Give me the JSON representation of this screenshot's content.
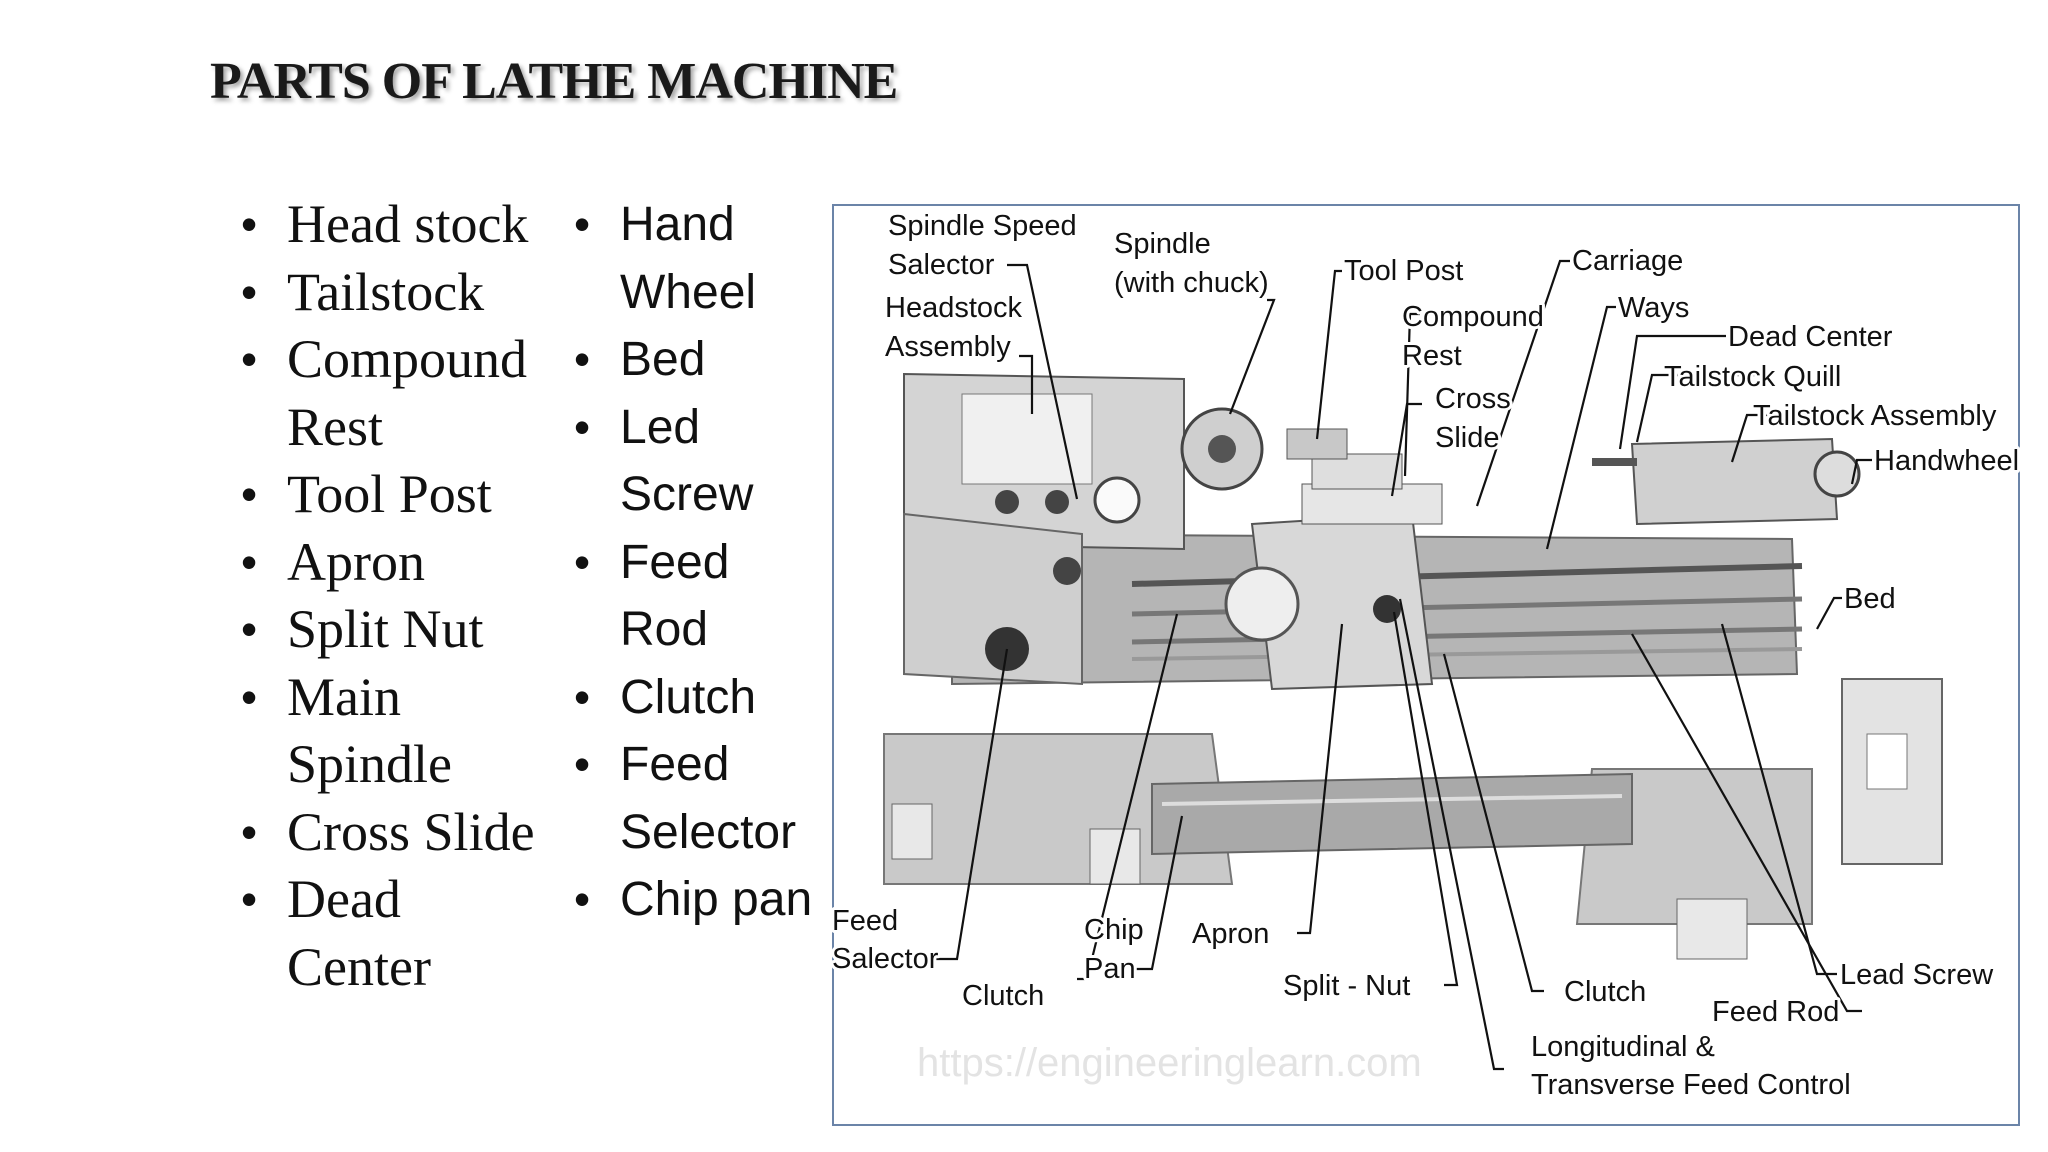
{
  "title": "PARTS OF LATHE MACHINE",
  "list_col1": [
    "Head stock",
    "Tailstock",
    "Compound Rest",
    "Tool Post",
    "Apron",
    "Split Nut",
    "Main Spindle",
    "Cross Slide",
    "Dead Center"
  ],
  "list_col2": [
    "Hand Wheel",
    "Bed",
    "Led Screw",
    "Feed Rod",
    "Clutch",
    "Feed Selector",
    "Chip pan"
  ],
  "diagram": {
    "labels": {
      "spindle_speed_1": "Spindle Speed",
      "spindle_speed_2": "Salector",
      "spindle_1": "Spindle",
      "spindle_2": "(with chuck)",
      "tool_post": "Tool Post",
      "carriage": "Carriage",
      "headstock_1": "Headstock",
      "headstock_2": "Assembly",
      "compound_1": "Compound",
      "compound_2": "Rest",
      "ways": "Ways",
      "dead_center": "Dead Center",
      "tailstock_quill": "Tailstock Quill",
      "cross_slide_1": "Cross",
      "cross_slide_2": "Slide",
      "tailstock_assembly": "Tailstock Assembly",
      "handwheel": "Handwheel",
      "bed": "Bed",
      "feed_selector_1": "Feed",
      "feed_selector_2": "Salector",
      "chip_pan_1": "Chip",
      "chip_pan_2": "Pan",
      "apron": "Apron",
      "clutch_left": "Clutch",
      "split_nut": "Split - Nut",
      "clutch_right": "Clutch",
      "lead_screw": "Lead Screw",
      "feed_rod": "Feed Rod",
      "long_feed_1": "Longitudinal &",
      "long_feed_2": "Transverse Feed Control"
    },
    "watermark": "https://engineeringlearn.com"
  }
}
